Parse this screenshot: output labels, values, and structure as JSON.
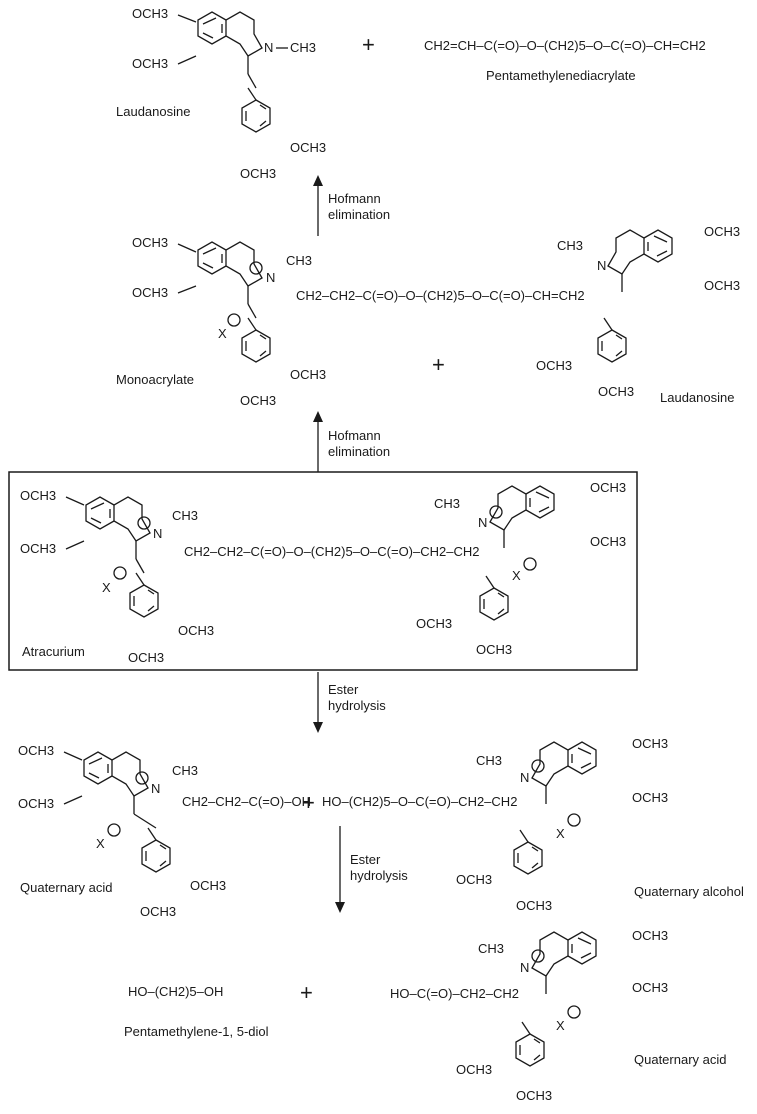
{
  "labels": {
    "laudanosine_top": "Laudanosine",
    "pentamethylenediacrylate": "Pentamethylenediacrylate",
    "monoacrylate": "Monoacrylate",
    "laudanosine_right": "Laudanosine",
    "atracurium": "Atracurium",
    "quaternary_acid_left": "Quaternary acid",
    "quaternary_alcohol": "Quaternary alcohol",
    "pentamethylene_diol": "Pentamethylene-1, 5-diol",
    "quaternary_acid_bottom": "Quaternary acid"
  },
  "reactions": {
    "hofmann_1": [
      "Hofmann",
      "elimination"
    ],
    "hofmann_2": [
      "Hofmann",
      "elimination"
    ],
    "ester_hydrolysis_1": [
      "Ester",
      "hydrolysis"
    ],
    "ester_hydrolysis_2": [
      "Ester",
      "hydrolysis"
    ]
  },
  "formulas": {
    "diacrylate_chain": "CH2=CH–C(=O)–O–(CH2)5–O–C(=O)–CH=CH2",
    "monoacrylate_chain": "CH2–CH2–C(=O)–O–(CH2)5–O–C(=O)–CH=CH2",
    "atracurium_chain": "CH2–CH2–C(=O)–O–(CH2)5–O–C(=O)–CH2–CH2",
    "acid_chain": "CH2–CH2–C(=O)–OH",
    "alcohol_chain": "HO–(CH2)5–O–C(=O)–CH2–CH2",
    "diol": "HO–(CH2)5–OH",
    "acid_chain_left": "HO–C(=O)–CH2–CH2"
  },
  "counterion": "X",
  "symbols": {
    "plus": "+",
    "methoxy": "OCH3",
    "methyl": "CH3",
    "nitrogen": "N",
    "oxygen": "O",
    "charge_plus_icon": "circled-plus",
    "charge_minus_icon": "circled-minus",
    "arrow_icon": "reaction-arrow"
  }
}
